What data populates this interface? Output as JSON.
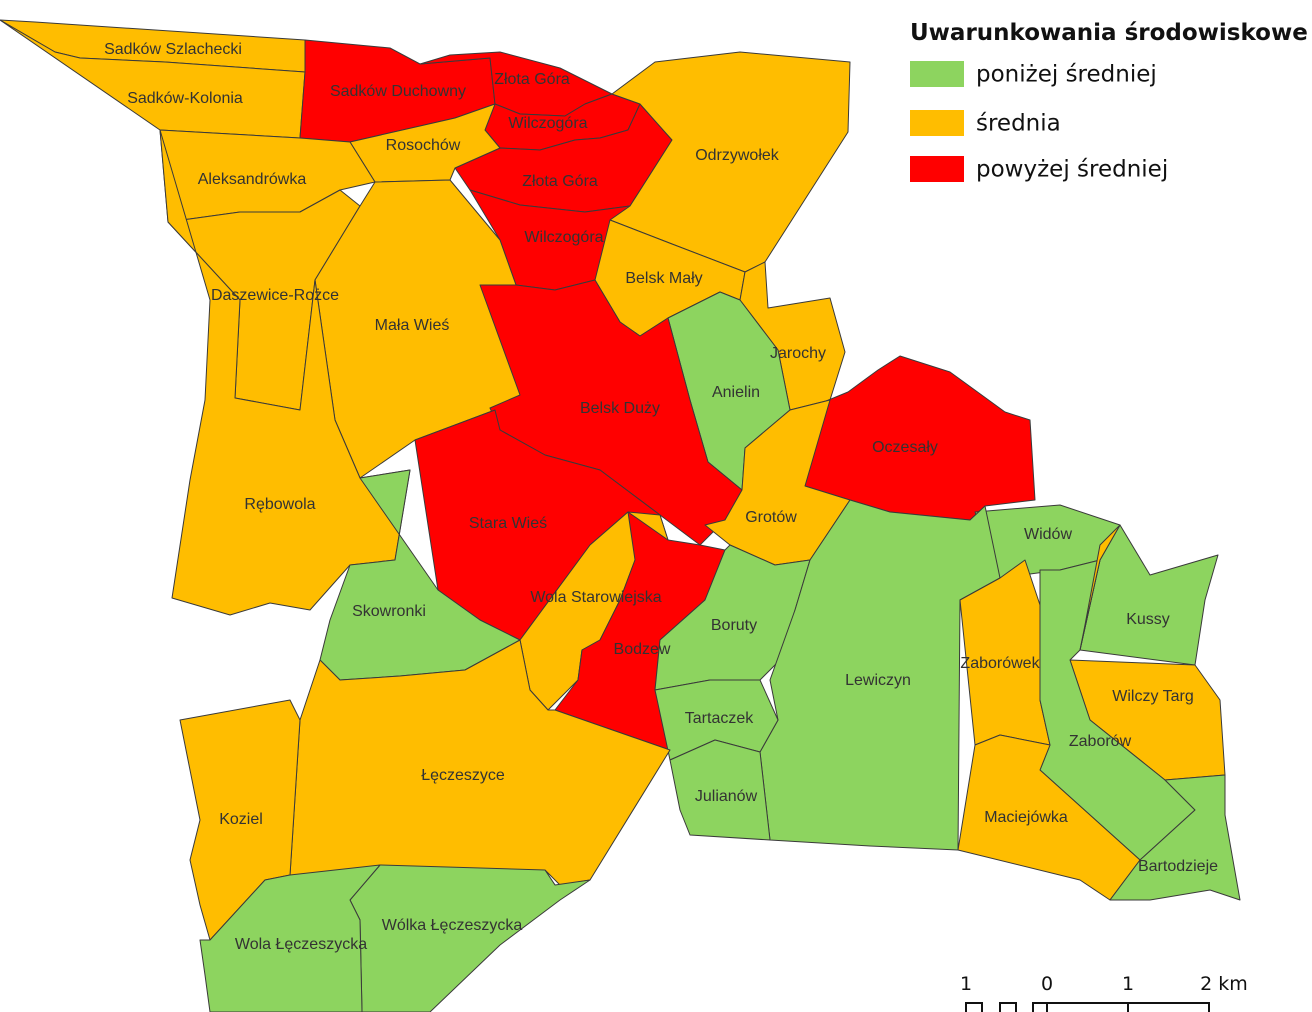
{
  "colors": {
    "ponizej": "#8dd45f",
    "srednia": "#ffbd00",
    "powyzej": "#ff0000"
  },
  "legend": {
    "title": "Uwarunkowania środowiskowe",
    "items": [
      {
        "key": "ponizej",
        "label": "poniżej średniej"
      },
      {
        "key": "srednia",
        "label": "średnia"
      },
      {
        "key": "powyzej",
        "label": "powyżej średniej"
      }
    ]
  },
  "scale": {
    "labels": [
      "1",
      "0",
      "1",
      "2 km"
    ]
  },
  "regions": [
    {
      "id": "sadkow-szlachecki",
      "name": "Sadków Szlachecki",
      "class": "srednia"
    },
    {
      "id": "sadkow-kolonia",
      "name": "Sadków-Kolonia",
      "class": "srednia"
    },
    {
      "id": "sadkow-duchowny",
      "name": "Sadków Duchowny",
      "class": "powyzej"
    },
    {
      "id": "zlota-gora-north",
      "name": "Złota Góra",
      "class": "powyzej"
    },
    {
      "id": "wilczogora-north",
      "name": "Wilczogóra",
      "class": "powyzej"
    },
    {
      "id": "zlota-gora-south",
      "name": "Złota Góra",
      "class": "powyzej"
    },
    {
      "id": "wilczogora-south",
      "name": "Wilczogóra",
      "class": "powyzej"
    },
    {
      "id": "rosochow",
      "name": "Rosochów",
      "class": "srednia"
    },
    {
      "id": "odrzywolek",
      "name": "Odrzywołek",
      "class": "srednia"
    },
    {
      "id": "aleksandrowka",
      "name": "Aleksandrówka",
      "class": "srednia"
    },
    {
      "id": "daszewice-rozce",
      "name": "Daszewice-Rożce",
      "class": "srednia"
    },
    {
      "id": "mala-wies",
      "name": "Mała Wieś",
      "class": "srednia"
    },
    {
      "id": "belsk-maly",
      "name": "Belsk Mały",
      "class": "srednia"
    },
    {
      "id": "jarochy",
      "name": "Jarochy",
      "class": "srednia"
    },
    {
      "id": "anielin",
      "name": "Anielin",
      "class": "ponizej"
    },
    {
      "id": "belsk-duzy",
      "name": "Belsk Duży",
      "class": "powyzej"
    },
    {
      "id": "oczesaly",
      "name": "Oczesały",
      "class": "powyzej"
    },
    {
      "id": "rebowola",
      "name": "Rębowola",
      "class": "srednia"
    },
    {
      "id": "stara-wies",
      "name": "Stara Wieś",
      "class": "powyzej"
    },
    {
      "id": "grotow",
      "name": "Grotów",
      "class": "srednia"
    },
    {
      "id": "widow",
      "name": "Widów",
      "class": "ponizej"
    },
    {
      "id": "skowronki",
      "name": "Skowronki",
      "class": "ponizej"
    },
    {
      "id": "wola-starowiejska",
      "name": "Wola Starowiejska",
      "class": "srednia"
    },
    {
      "id": "bodzew",
      "name": "Bodzew",
      "class": "powyzej"
    },
    {
      "id": "boruty",
      "name": "Boruty",
      "class": "ponizej"
    },
    {
      "id": "lewiczyn",
      "name": "Lewiczyn",
      "class": "ponizej"
    },
    {
      "id": "zaborowek",
      "name": "Zaborówek",
      "class": "srednia"
    },
    {
      "id": "kussy",
      "name": "Kussy",
      "class": "ponizej"
    },
    {
      "id": "wilczy-targ",
      "name": "Wilczy Targ",
      "class": "srednia"
    },
    {
      "id": "tartaczek",
      "name": "Tartaczek",
      "class": "ponizej"
    },
    {
      "id": "zaborow",
      "name": "Zaborów",
      "class": "ponizej"
    },
    {
      "id": "leczeszyce",
      "name": "Łęczeszyce",
      "class": "srednia"
    },
    {
      "id": "julianow",
      "name": "Julianów",
      "class": "ponizej"
    },
    {
      "id": "koziel",
      "name": "Koziel",
      "class": "srednia"
    },
    {
      "id": "maciejowka",
      "name": "Maciejówka",
      "class": "srednia"
    },
    {
      "id": "bartodzieje",
      "name": "Bartodzieje",
      "class": "ponizej"
    },
    {
      "id": "wolka-leczeszycka",
      "name": "Wólka Łęczeszycka",
      "class": "ponizej"
    },
    {
      "id": "wola-leczeszycka",
      "name": "Wola Łęczeszycka",
      "class": "ponizej"
    },
    {
      "id": "bartodzieje-strip",
      "name": "",
      "class": "srednia"
    }
  ]
}
